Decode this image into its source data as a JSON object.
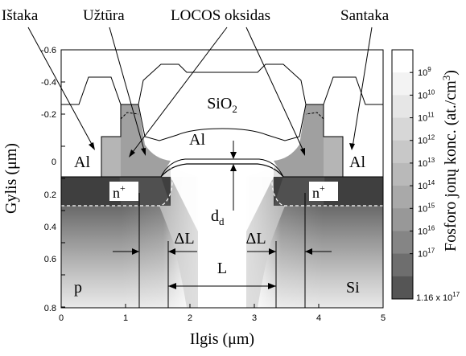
{
  "labels": {
    "source": "Ištaka",
    "gate": "Užtūra",
    "locos": "LOCOS oksidas",
    "drain": "Santaka",
    "sio2_base": "SiO",
    "sio2_sub": "2",
    "al_center": "Al",
    "al_left": "Al",
    "al_right": "Al",
    "n_plus": "n",
    "plus": "+",
    "dd_base": "d",
    "dd_sub": "d",
    "delta_l": "ΔL",
    "l": "L",
    "p": "p",
    "si": "Si"
  },
  "axes": {
    "xlabel": "Ilgis (μm)",
    "ylabel": "Gylis (μm)",
    "colorbar_label": "Fosforo jonų konc. (at./cm",
    "colorbar_label_sup": "3",
    "colorbar_label_end": ")",
    "x_ticks": [
      "0",
      "1",
      "2",
      "3",
      "4",
      "5"
    ],
    "y_ticks": [
      "-0.6",
      "-0.4",
      "-0.2",
      "0",
      "0.2",
      "0.4",
      "0.6",
      "0.8"
    ]
  },
  "colorbar": {
    "tick_exponents": [
      "9",
      "10",
      "11",
      "12",
      "13",
      "14",
      "15",
      "16",
      "17"
    ],
    "bottom_label": "1.16 x 10",
    "bottom_exp": "17",
    "base": "10",
    "colors": [
      "#ffffff",
      "#f3f3f3",
      "#e6e6e6",
      "#d7d7d7",
      "#c8c8c8",
      "#b9b9b9",
      "#a9a9a9",
      "#989898",
      "#858585",
      "#6e6e6e",
      "#555555"
    ]
  }
}
